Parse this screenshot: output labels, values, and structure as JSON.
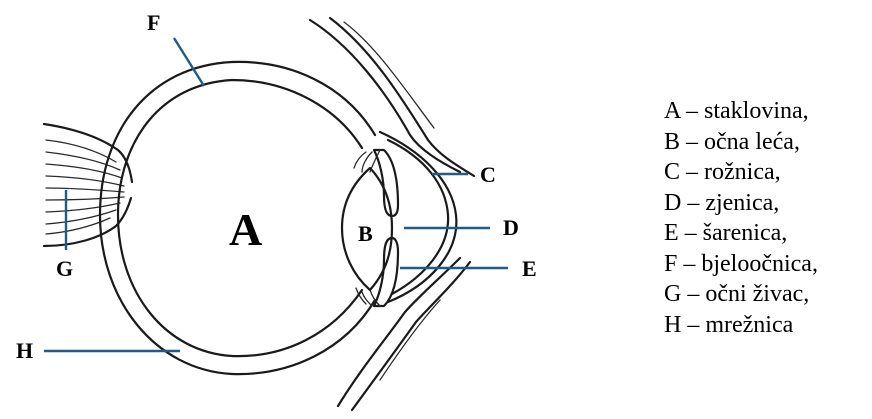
{
  "diagram": {
    "labels": {
      "A": "A",
      "B": "B",
      "C": "C",
      "D": "D",
      "E": "E",
      "F": "F",
      "G": "G",
      "H": "H"
    },
    "legend": [
      "A – staklovina,",
      "B – očna leća,",
      "C – rožnica,",
      "D – zjenica,",
      "E – šarenica,",
      "F – bjeloočnica,",
      "G – očni živac,",
      "H – mrežnica"
    ],
    "colors": {
      "pointer": "#1f5c86",
      "outline": "#1a1a1a"
    }
  }
}
